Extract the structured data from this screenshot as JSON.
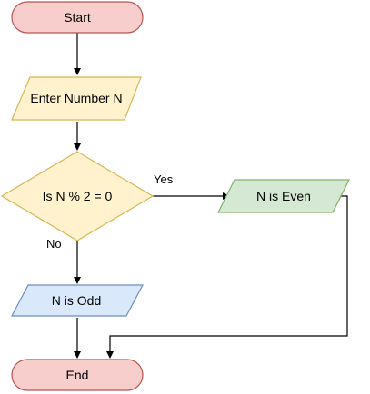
{
  "nodes": {
    "start": {
      "label": "Start",
      "shape": "terminator",
      "fill": "#f8cecc",
      "stroke": "#b85450"
    },
    "input": {
      "label": "Enter Number N",
      "shape": "parallelogram",
      "fill": "#fff2cc",
      "stroke": "#d6b656"
    },
    "decision": {
      "label": "Is N % 2 = 0",
      "shape": "diamond",
      "fill": "#fff2cc",
      "stroke": "#d6b656"
    },
    "even": {
      "label": "N is Even",
      "shape": "parallelogram",
      "fill": "#d5e8d4",
      "stroke": "#82b366"
    },
    "odd": {
      "label": "N is Odd",
      "shape": "parallelogram",
      "fill": "#dae8fc",
      "stroke": "#6c8ebf"
    },
    "end": {
      "label": "End",
      "shape": "terminator",
      "fill": "#f8cecc",
      "stroke": "#b85450"
    }
  },
  "edges": {
    "yes": {
      "label": "Yes"
    },
    "no": {
      "label": "No"
    }
  }
}
